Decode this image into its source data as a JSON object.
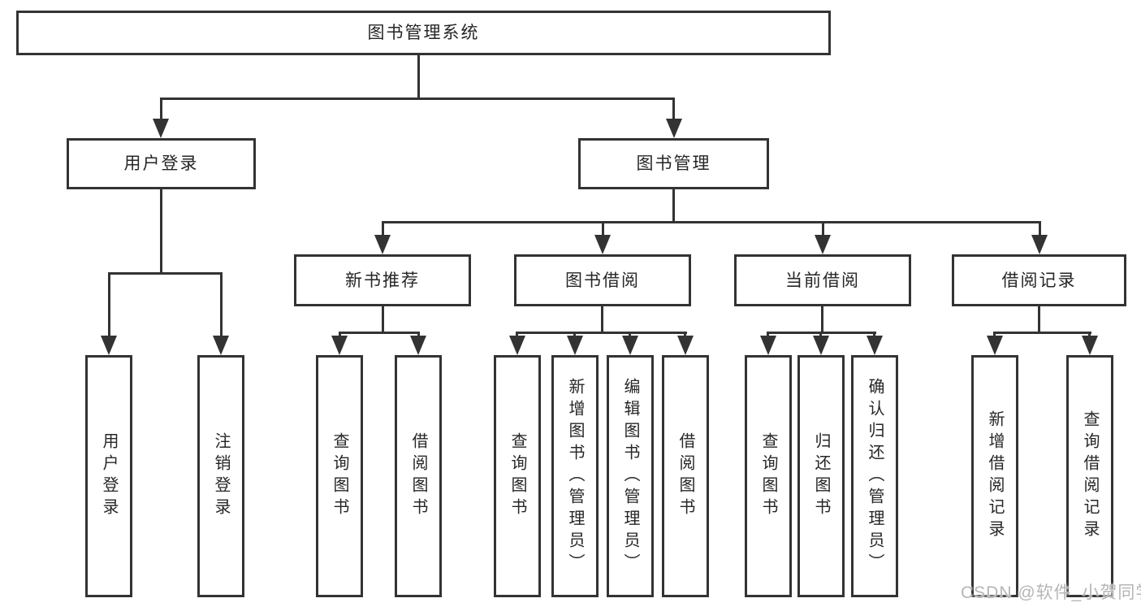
{
  "diagram": {
    "root": {
      "label": "图书管理系统"
    },
    "level2": [
      {
        "label": "用户登录"
      },
      {
        "label": "图书管理"
      }
    ],
    "level3": [
      {
        "label": "新书推荐"
      },
      {
        "label": "图书借阅"
      },
      {
        "label": "当前借阅"
      },
      {
        "label": "借阅记录"
      }
    ],
    "leaves": {
      "user_login": [
        {
          "label": "用户登录"
        },
        {
          "label": "注销登录"
        }
      ],
      "new_book": [
        {
          "label": "查询图书"
        },
        {
          "label": "借阅图书"
        }
      ],
      "book_borrow": [
        {
          "label": "查询图书"
        },
        {
          "label": "新增图书（管理员）"
        },
        {
          "label": "编辑图书（管理员）"
        },
        {
          "label": "借阅图书"
        }
      ],
      "current_borrow": [
        {
          "label": "查询图书"
        },
        {
          "label": "归还图书"
        },
        {
          "label": "确认归还（管理员）"
        }
      ],
      "borrow_records": [
        {
          "label": "新增借阅记录"
        },
        {
          "label": "查询借阅记录"
        }
      ]
    }
  },
  "watermark": {
    "text": "CSDN @软件_小贺同学"
  },
  "colors": {
    "line": "#333333",
    "text": "#262626",
    "watermark": "#b5b5b5",
    "background": "#ffffff"
  }
}
